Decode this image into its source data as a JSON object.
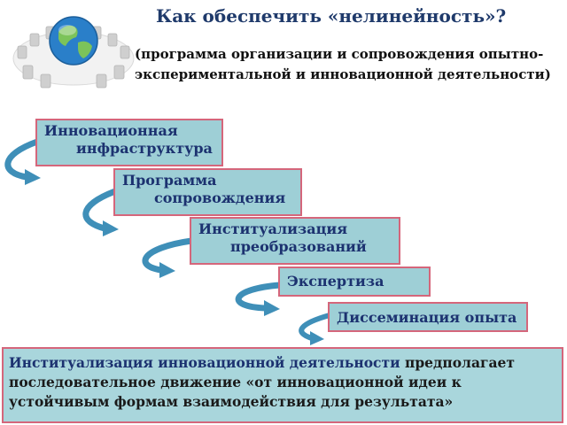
{
  "header": {
    "title": "Как обеспечить «нелинейность»?",
    "subtitle": "(программа организации и сопровождения опытно-экспериментальной и инновационной деятельности)"
  },
  "steps": [
    {
      "line1": "Инновационная",
      "line2": "инфраструктура"
    },
    {
      "line1": "Программа",
      "line2": "сопровождения"
    },
    {
      "line1": "Институализация",
      "line2": "преобразований"
    },
    {
      "line1": "Экспертиза"
    },
    {
      "line1": "Диссеминация опыта"
    }
  ],
  "note": {
    "highlight": "Институализация инновационной деятельности",
    "text": " предполагает последовательное движение «от инновационной идеи к устойчивым формам взаимодействия для результата»"
  },
  "colors": {
    "box_fill": "#9ecfd6",
    "box_border": "#d5667b",
    "title_color": "#1f3a6b",
    "arrow_color": "#4aa3c8"
  }
}
